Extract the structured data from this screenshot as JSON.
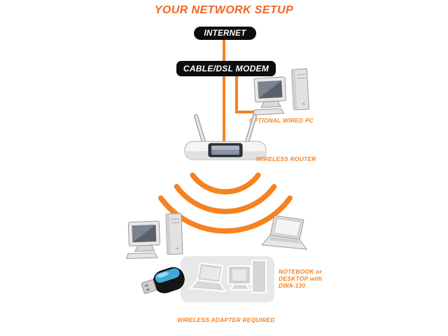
{
  "title": "YOUR NETWORK SETUP",
  "labels": {
    "internet": "INTERNET",
    "modem": "CABLE/DSL MODEM",
    "optional_wired_pc": "OPTIONAL WIRED PC",
    "wireless_router": "WIRELESS ROUTER",
    "client_line1": "NOTEBOOK or",
    "client_line2": "DESKTOP with",
    "client_line3": "DWA-130",
    "adapter_required": "WIRELESS ADAPTER REQUIRED"
  },
  "colors": {
    "accent_orange": "#F5821F",
    "title_orange": "#F26522",
    "node_black": "#0d0d0d",
    "client_box_gray": "#e8e8e8",
    "adapter_blue": "#3fa9dd"
  }
}
